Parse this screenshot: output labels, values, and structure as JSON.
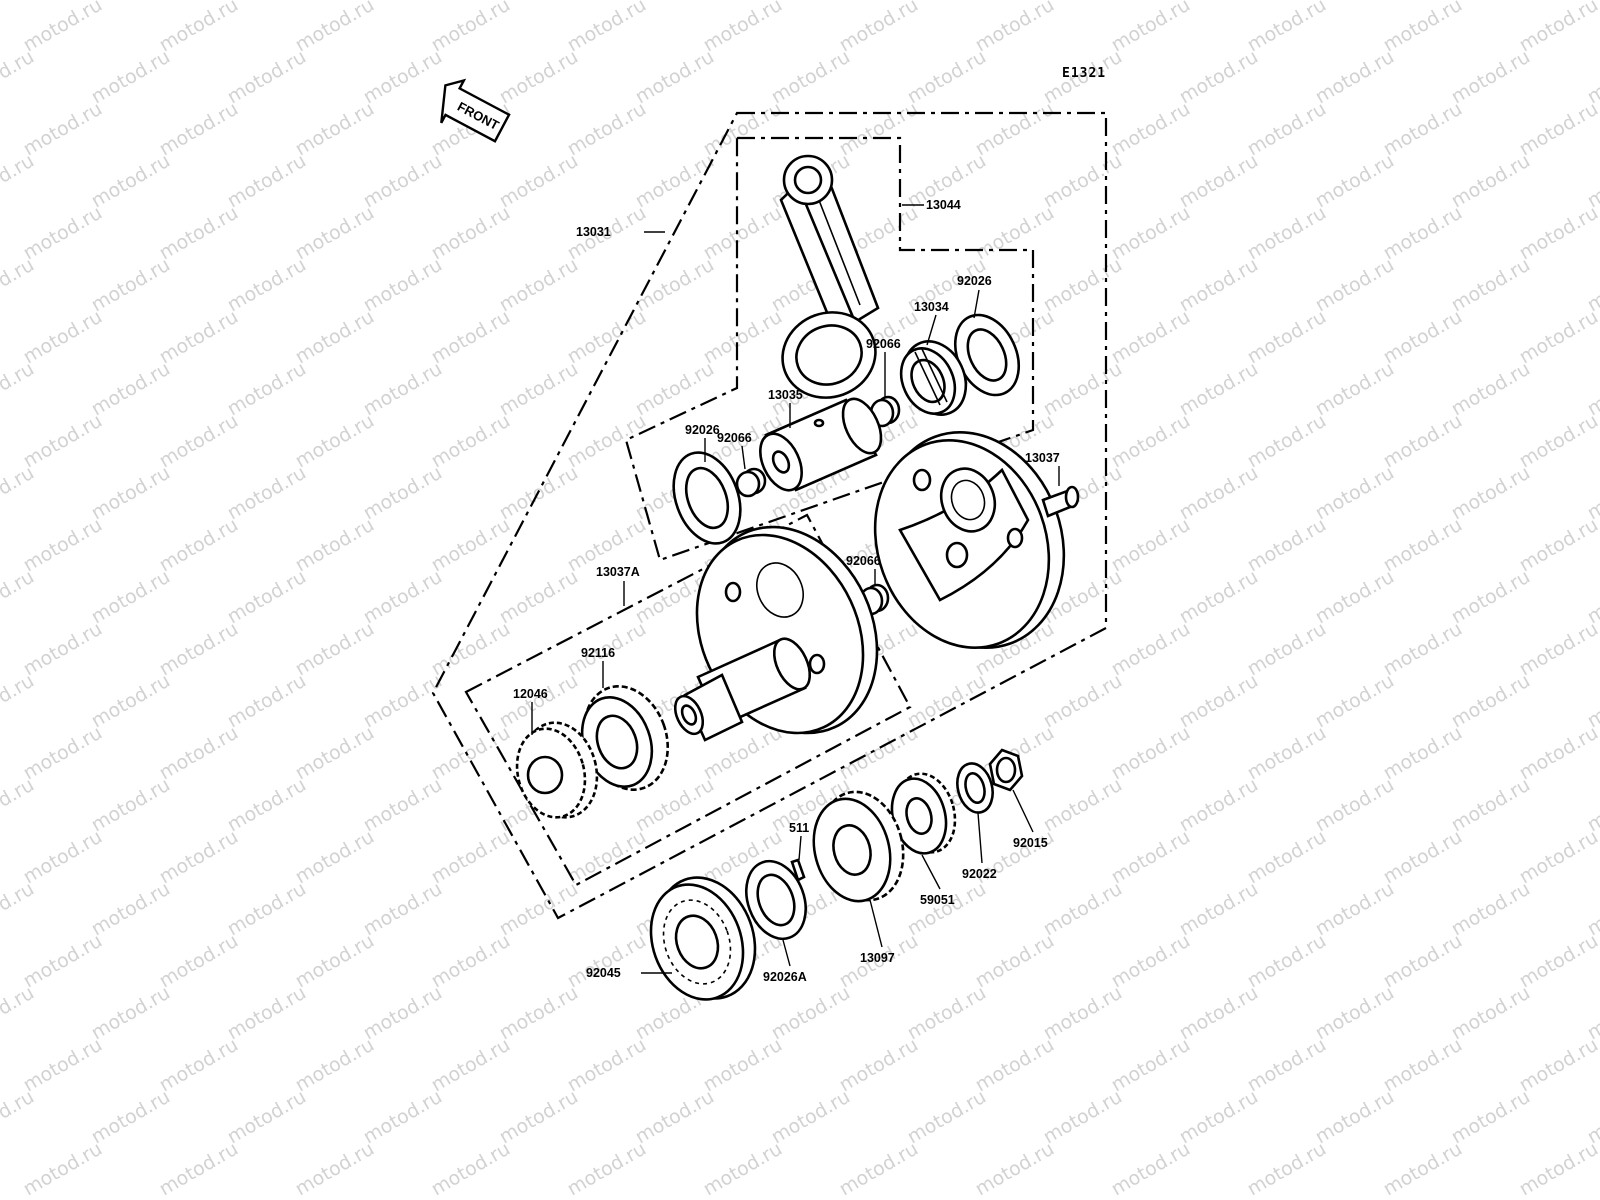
{
  "diagram_code": "E1321",
  "front_label": "FRONT",
  "watermark": "motod.ru",
  "colors": {
    "line": "#000000",
    "watermark": "#d2d2d2",
    "background": "#ffffff"
  },
  "labels": {
    "p13031": "13031",
    "p13044": "13044",
    "p92026_top": "92026",
    "p13034": "13034",
    "p92066_top": "92066",
    "p13035": "13035",
    "p92026_left": "92026",
    "p92066_left": "92066",
    "p13037": "13037",
    "p13037A": "13037A",
    "p92066_mid": "92066",
    "p92116": "92116",
    "p12046": "12046",
    "p511": "511",
    "p92015": "92015",
    "p92022": "92022",
    "p59051": "59051",
    "p13097": "13097",
    "p92045": "92045",
    "p92026A": "92026A"
  }
}
